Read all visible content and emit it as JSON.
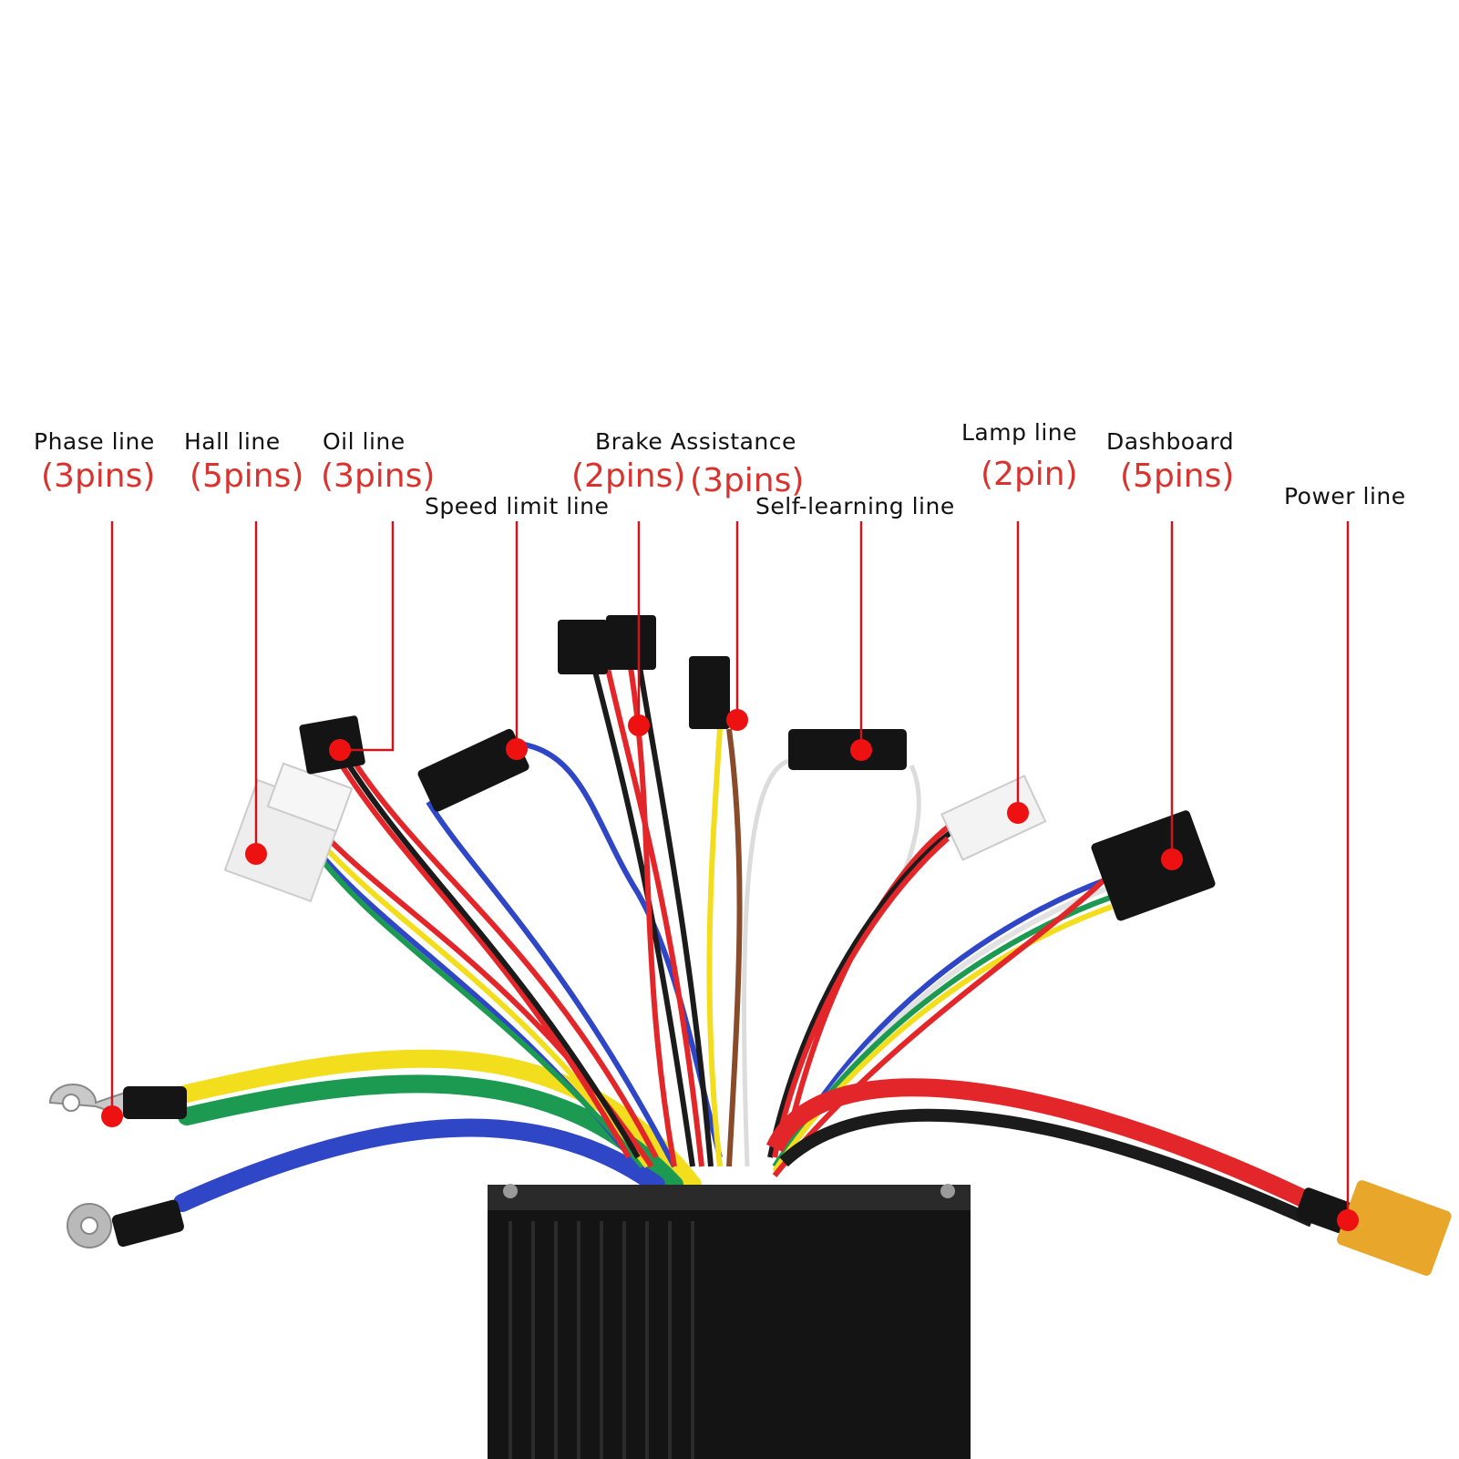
{
  "colors": {
    "leader": "#c8171f",
    "dot": "#ee1111",
    "pins_text": "#d8332e",
    "label_text": "#111111",
    "wire_red": "#e3262a",
    "wire_black": "#1b1b1b",
    "wire_yellow": "#f2de1c",
    "wire_green": "#1c9a52",
    "wire_blue": "#2f46c6",
    "wire_white": "#f4f4f4",
    "controller_body": "#141414",
    "xt_connector": "#e8a72b"
  },
  "labels": {
    "phase": {
      "name": "Phase line",
      "pins": "(3pins)"
    },
    "hall": {
      "name": "Hall line",
      "pins": "(5pins)"
    },
    "oil": {
      "name": "Oil line",
      "pins": "(3pins)"
    },
    "speed_limit": {
      "name": "Speed limit line"
    },
    "brake": {
      "name": "Brake Assistance",
      "pins_left": "(2pins)",
      "pins_right": "(3pins)"
    },
    "self_learning": {
      "name": "Self-learning line"
    },
    "lamp": {
      "name": "Lamp line",
      "pins": "(2pin)"
    },
    "dashboard": {
      "name": "Dashboard",
      "pins": "(5pins)"
    },
    "power": {
      "name": "Power line"
    }
  }
}
